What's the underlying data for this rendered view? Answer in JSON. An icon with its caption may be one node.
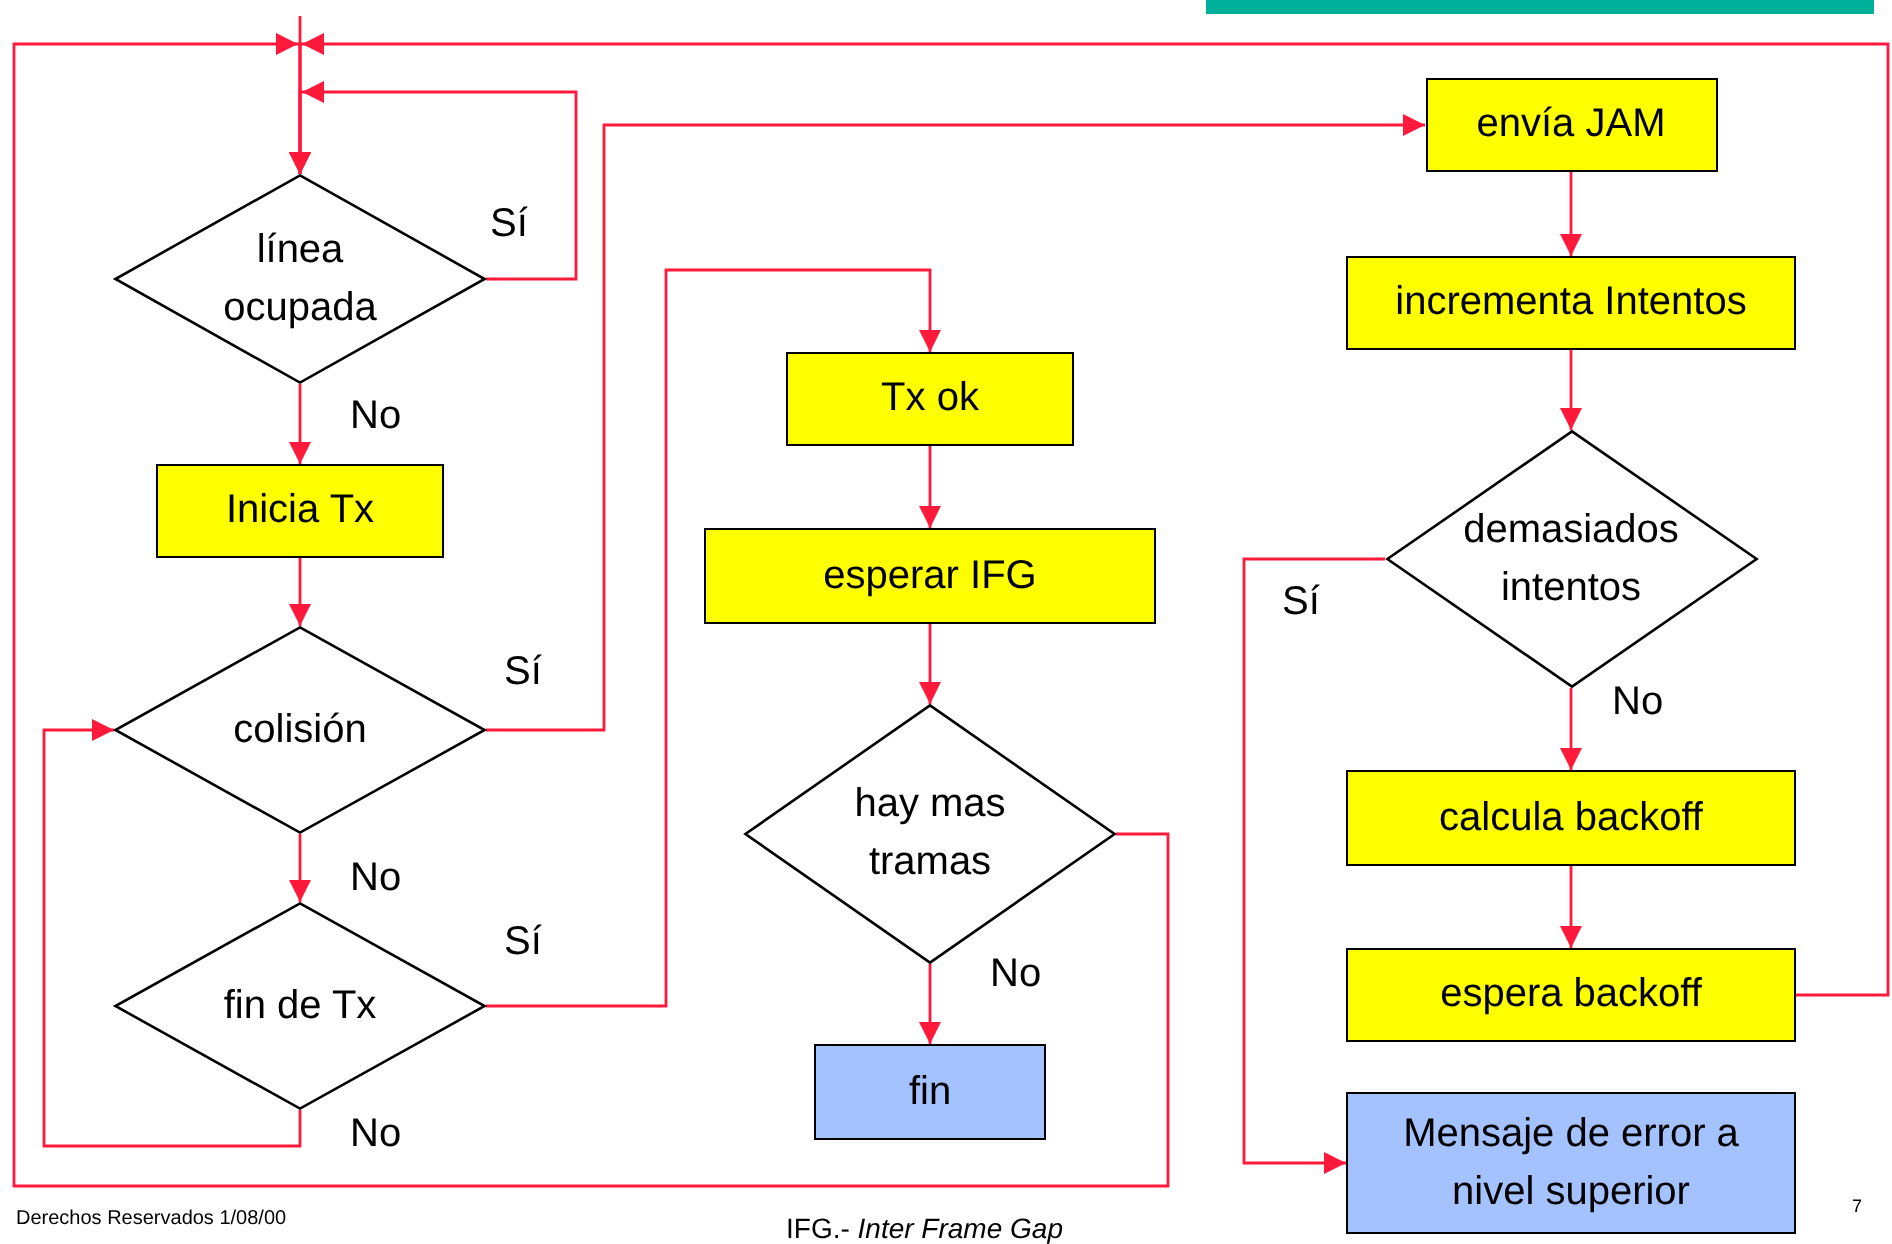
{
  "diagram": {
    "nodes": [
      {
        "text": [
          "línea ocupada"
        ]
      },
      {
        "text": [
          "Inicia Tx"
        ]
      },
      {
        "text": [
          "colisión"
        ]
      },
      {
        "text": [
          "fin de Tx"
        ]
      },
      {
        "text": [
          "Tx ok"
        ]
      },
      {
        "text": [
          "esperar IFG"
        ]
      },
      {
        "text": [
          "hay mas tramas"
        ]
      },
      {
        "text": [
          "fin"
        ]
      },
      {
        "text": [
          "envía JAM"
        ]
      },
      {
        "text": [
          "incrementa Intentos"
        ]
      },
      {
        "text": [
          "demasiados intentos"
        ]
      },
      {
        "text": [
          "calcula backoff"
        ]
      },
      {
        "text": [
          "espera backoff"
        ]
      },
      {
        "text": [
          "Mensaje de error a nivel superior"
        ]
      }
    ],
    "edges": [
      {
        "from": null,
        "to": 0,
        "arrow": "to"
      },
      {
        "from": 0,
        "to": 0,
        "arrow": "to",
        "label": "Sí"
      },
      {
        "from": 0,
        "to": 1,
        "arrow": "to",
        "label": "No"
      },
      {
        "from": 1,
        "to": 2,
        "arrow": "to"
      },
      {
        "from": 2,
        "to": 8,
        "arrow": "to",
        "label": "Sí"
      },
      {
        "from": 2,
        "to": 3,
        "arrow": "to",
        "label": "No"
      },
      {
        "from": 3,
        "to": 4,
        "arrow": "to",
        "label": "Sí"
      },
      {
        "from": 3,
        "to": 2,
        "arrow": "to",
        "label": "No"
      },
      {
        "from": 4,
        "to": 5,
        "arrow": "to"
      },
      {
        "from": 5,
        "to": 6,
        "arrow": "to"
      },
      {
        "from": 6,
        "to": 7,
        "arrow": "to",
        "label": "No"
      },
      {
        "from": 6,
        "to": 0,
        "arrow": "to"
      },
      {
        "from": 8,
        "to": 9,
        "arrow": "to"
      },
      {
        "from": 9,
        "to": 10,
        "arrow": "to"
      },
      {
        "from": 10,
        "to": 11,
        "arrow": "to",
        "label": "No"
      },
      {
        "from": 10,
        "to": 13,
        "arrow": "to",
        "label": "Sí"
      },
      {
        "from": 11,
        "to": 12,
        "arrow": "to"
      },
      {
        "from": 12,
        "to": 0,
        "arrow": "to"
      }
    ],
    "labels": [
      "Derechos Reservados 1/08/00",
      "IFG.- *Inter Frame Gap*",
      "7"
    ]
  }
}
